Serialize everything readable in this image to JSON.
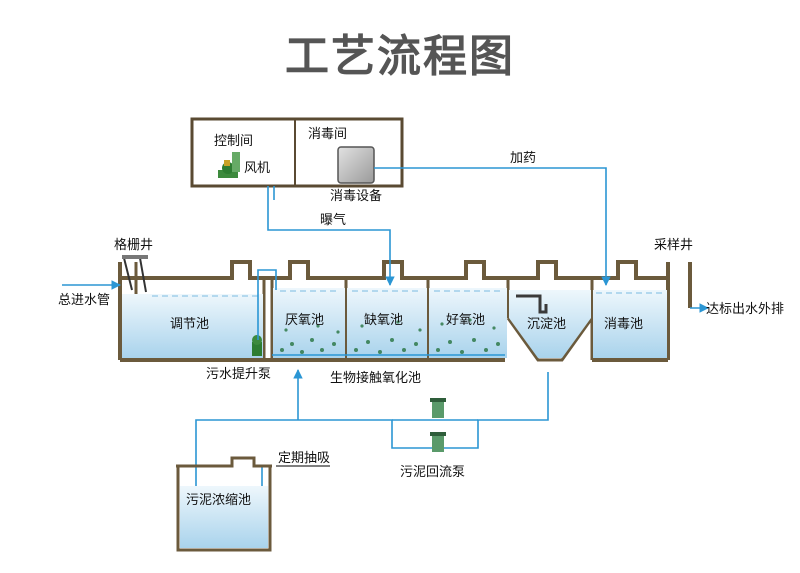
{
  "title": "工艺流程图",
  "labels": {
    "control_room": "控制间",
    "disinfection_room": "消毒间",
    "blower": "风机",
    "disinfection_equipment": "消毒设备",
    "dosing": "加药",
    "aeration": "曝气",
    "bar_screen_well": "格栅井",
    "sampling_well": "采样井",
    "main_inlet": "总进水管",
    "discharge": "达标出水外排",
    "equalization_tank": "调节池",
    "anaerobic_tank": "厌氧池",
    "anoxic_tank": "缺氧池",
    "aerobic_tank": "好氧池",
    "sedimentation_tank": "沉淀池",
    "disinfection_tank": "消毒池",
    "sewage_lift_pump": "污水提升泵",
    "biofilm_tank": "生物接触氧化池",
    "periodic_pumping": "定期抽吸",
    "sludge_return_pump": "污泥回流泵",
    "sludge_thickener": "污泥浓缩池"
  },
  "colors": {
    "pipe": "#2b96d4",
    "water_top": "#eef7fc",
    "water_bottom": "#a9d3ec",
    "wall": "#6b5a3c",
    "title": "#555555"
  }
}
